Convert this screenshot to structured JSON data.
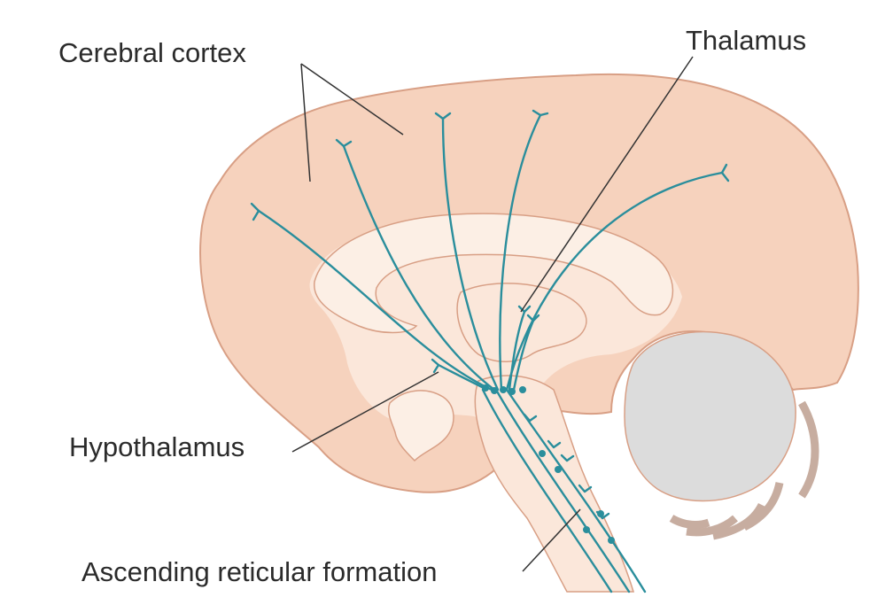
{
  "labels": {
    "cerebral_cortex": "Cerebral cortex",
    "thalamus": "Thalamus",
    "hypothalamus": "Hypothalamus",
    "ascending_reticular_formation": "Ascending reticular formation"
  },
  "colors": {
    "background": "#ffffff",
    "cortex_fill": "#f6d2bd",
    "cortex_outline": "#d89f85",
    "inner_fill": "#fbe7da",
    "corpus_callosum_fill": "#fcefe5",
    "brainstem_fill": "#fbe7da",
    "cerebellum_fill": "#dcdcdc",
    "cerebellum_folia": "#c7ada0",
    "pathway_color": "#2a8e9c",
    "leader_line": "#333333",
    "text": "#2b2b2b"
  }
}
